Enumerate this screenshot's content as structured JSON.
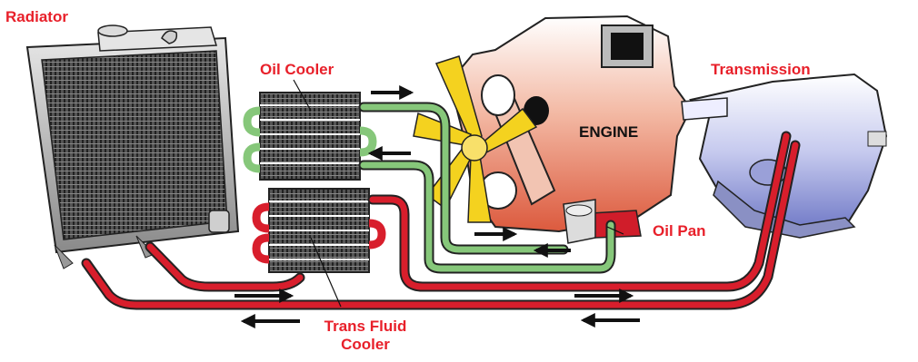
{
  "labels": {
    "radiator": "Radiator",
    "oil_cooler": "Oil Cooler",
    "transmission": "Transmission",
    "engine": "ENGINE",
    "oil_pan": "Oil Pan",
    "trans_fluid_cooler_line1": "Trans Fluid",
    "trans_fluid_cooler_line2": "Cooler"
  },
  "colors": {
    "label_red": "#e8202a",
    "oil_line_green": "#86c77a",
    "trans_line_red": "#d81e2c",
    "engine_orange": "#e9745a",
    "transmission_blue": "#7d86cf",
    "fan_yellow": "#f4d21f",
    "radiator_gray": "#9a9a9a"
  },
  "icons": [
    "radiator-icon",
    "oil-cooler-icon",
    "trans-fluid-cooler-icon",
    "engine-icon",
    "fan-icon",
    "transmission-icon",
    "oil-filter-icon",
    "flow-arrow-icon"
  ]
}
